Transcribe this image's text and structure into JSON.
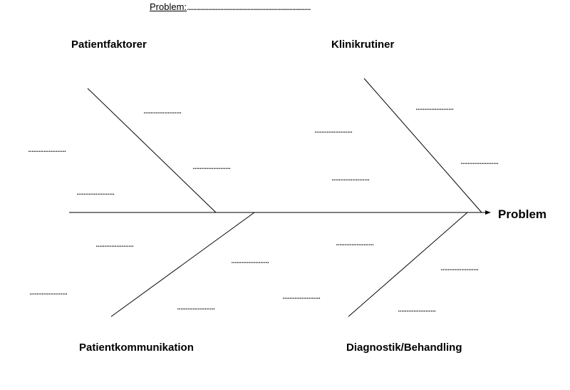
{
  "header": {
    "label": "Problem:",
    "blank": ".................................................................................."
  },
  "categories": {
    "top_left": "Patientfaktorer",
    "top_right": "Klinikrutiner",
    "bottom_left": "Patientkommunikation",
    "bottom_right": "Diagnostik/Behandling"
  },
  "effect": "Problem",
  "blank": "......................"
}
